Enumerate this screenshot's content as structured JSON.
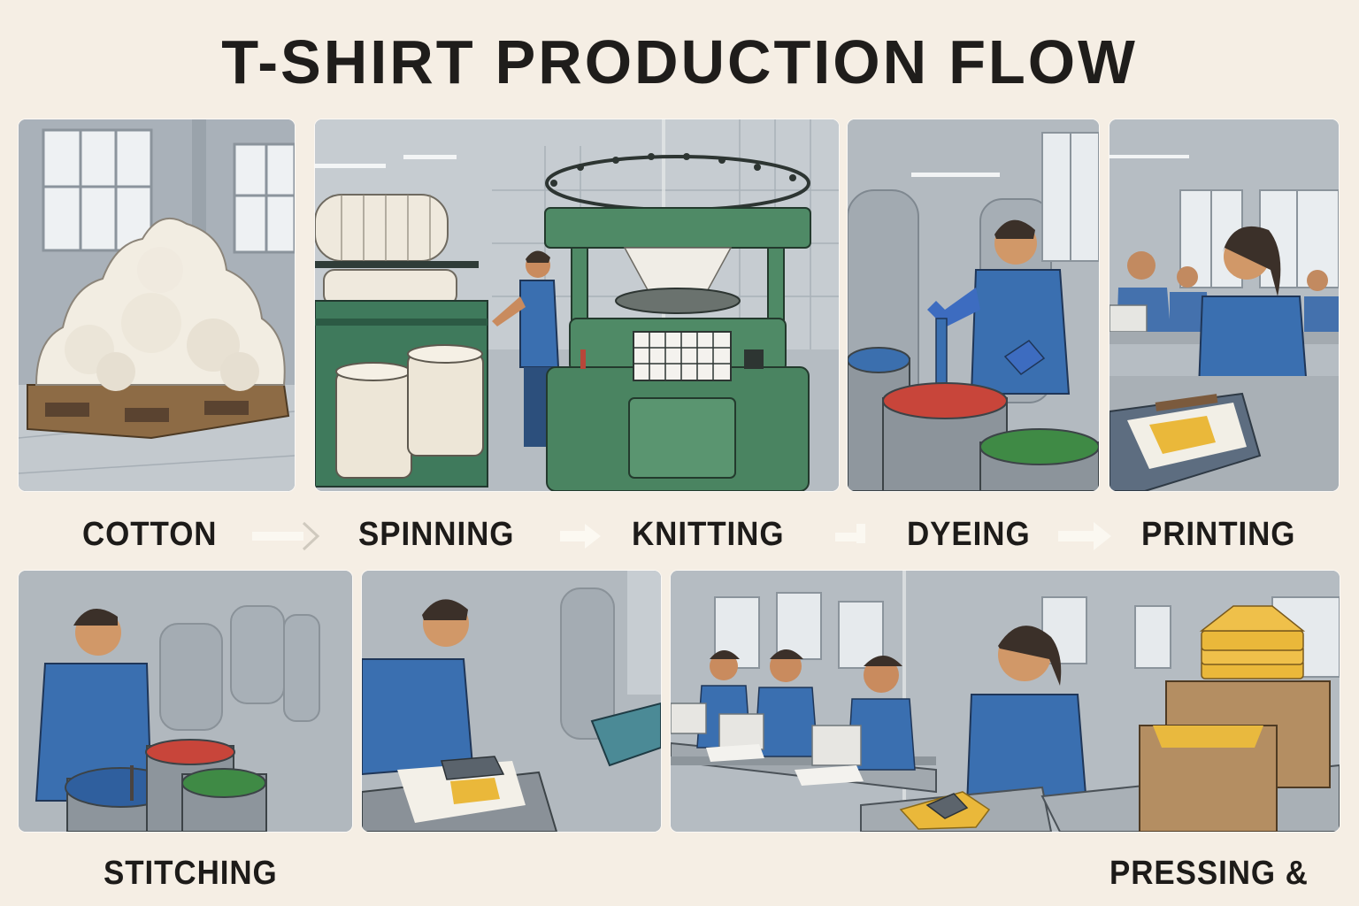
{
  "title": "T-SHIRT PRODUCTION FLOW",
  "flow": {
    "top_row": [
      {
        "id": "cotton",
        "label": "COTTON",
        "scene": "cotton bale on wooden pallet in warehouse"
      },
      {
        "id": "spinning",
        "label": "SPINNING",
        "scene": "worker at ring spinning frame with yarn cans"
      },
      {
        "id": "knitting",
        "label": "KNITTING",
        "scene": "green circular knitting machine"
      },
      {
        "id": "dyeing",
        "label": "DYEING",
        "scene": "worker dipping fabric into red, blue and green dye vats"
      },
      {
        "id": "printing",
        "label": "PRINTING",
        "scene": "worker screen printing yellow design on shirt"
      }
    ],
    "bottom_row": [
      {
        "id": "stitching",
        "label": "STITCHING",
        "scene": "worker stirring blue dye vat"
      },
      {
        "id": "screen-print",
        "label": "",
        "scene": "worker using squeegee on screen printing press"
      },
      {
        "id": "sewing",
        "label": "",
        "scene": "row of workers at sewing machines"
      },
      {
        "id": "pressing",
        "label": "PRESSING &",
        "scene": "worker ironing yellow shirt next to packed cartons"
      }
    ],
    "arrows": [
      {
        "from": "cotton",
        "to": "spinning",
        "icon": "right-arrow-icon"
      },
      {
        "from": "spinning",
        "to": "knitting",
        "icon": "right-arrow-icon"
      },
      {
        "from": "knitting",
        "to": "dyeing",
        "icon": "right-arrow-icon"
      },
      {
        "from": "dyeing",
        "to": "printing",
        "icon": "right-arrow-icon"
      }
    ]
  },
  "colors": {
    "background": "#f5eee4",
    "text": "#1d1b19",
    "panel_gray": "#b9bfc4",
    "machine_green": "#4f8a66",
    "shirt_blue": "#3a6fb0",
    "dye_red": "#c8453a",
    "dye_green": "#3f8a45",
    "fabric_yellow": "#eab83a",
    "cardboard": "#b48e62"
  }
}
